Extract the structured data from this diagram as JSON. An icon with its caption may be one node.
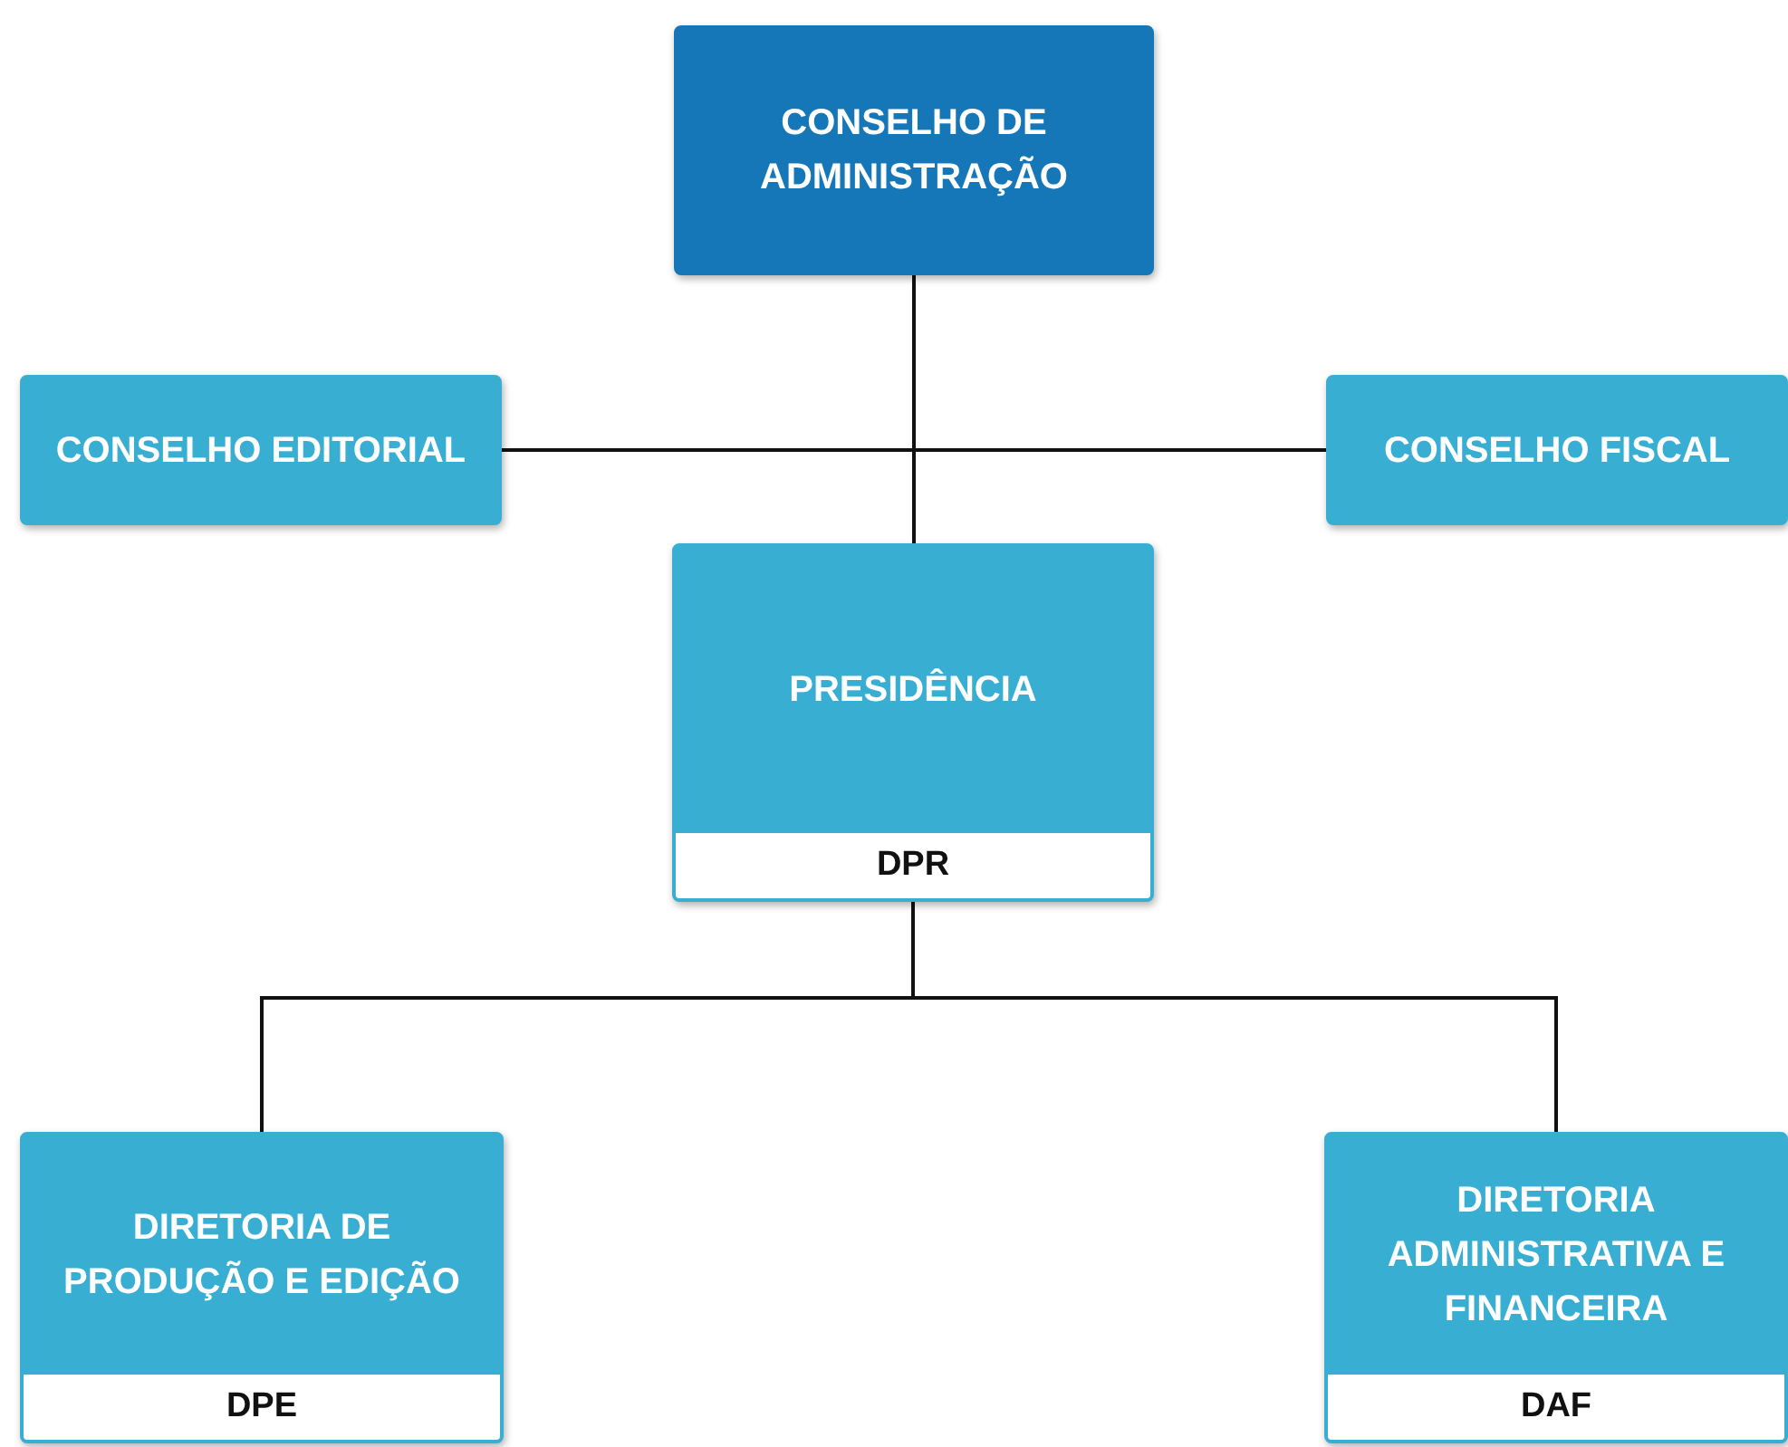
{
  "diagram": {
    "nodes": [
      {
        "text": [
          "CONSELHO DE ADMINISTRAÇÃO"
        ]
      },
      {
        "text": [
          "CONSELHO EDITORIAL"
        ]
      },
      {
        "text": [
          "CONSELHO FISCAL"
        ]
      },
      {
        "text": [
          "PRESIDÊNCIA",
          "DPR"
        ]
      },
      {
        "text": [
          "DIRETORIA DE PRODUÇÃO E EDIÇÃO",
          "DPE"
        ]
      },
      {
        "text": [
          "DIRETORIA ADMINISTRATIVA E FINANCEIRA",
          "DAF"
        ]
      }
    ],
    "edges": [
      {
        "from": 0,
        "to": 1,
        "arrow": "none"
      },
      {
        "from": 0,
        "to": 2,
        "arrow": "none"
      },
      {
        "from": 0,
        "to": 3,
        "arrow": "none"
      },
      {
        "from": 3,
        "to": 4,
        "arrow": "none"
      },
      {
        "from": 3,
        "to": 5,
        "arrow": "none"
      }
    ]
  }
}
